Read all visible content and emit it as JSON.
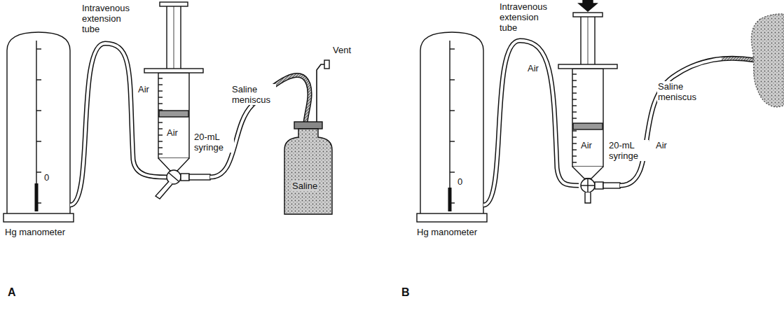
{
  "diagram": {
    "labels": [
      "A",
      "Hg manometer",
      "0",
      "Intravenous extension tube",
      "Air",
      "Air",
      "20-mL syringe",
      "Saline meniscus",
      "Vent",
      "Saline",
      "B",
      "Hg manometer",
      "0",
      "Intravenous extension tube",
      "Air",
      "Air",
      "20-mL syringe",
      "Saline meniscus",
      "Air"
    ]
  }
}
